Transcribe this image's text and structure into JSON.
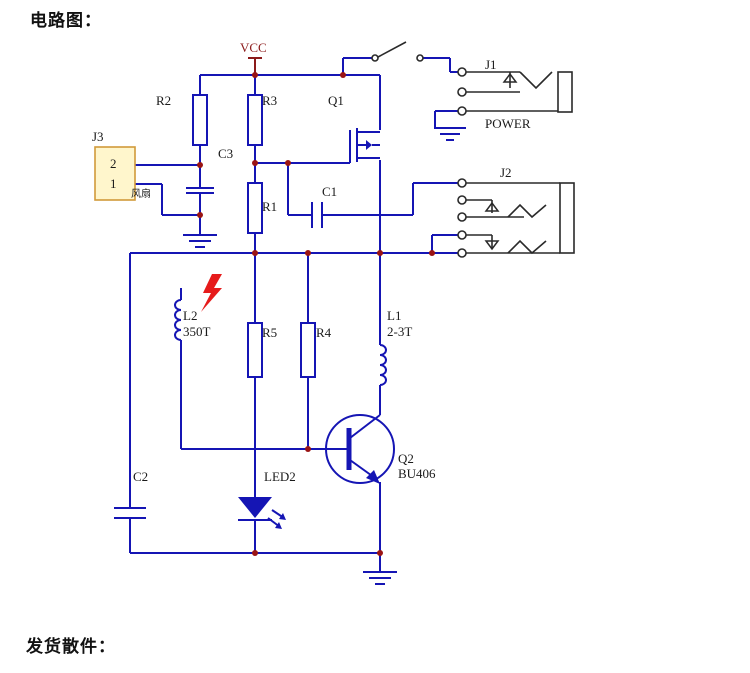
{
  "headings": {
    "circuit": "电路图：",
    "parts": "发货散件："
  },
  "labels": {
    "vcc": "VCC",
    "r2": "R2",
    "r3": "R3",
    "q1": "Q1",
    "j1": "J1",
    "power": "POWER",
    "j3": "J3",
    "j3_pin2": "2",
    "j3_pin1": "1",
    "fan": "风扇",
    "c3": "C3",
    "r1": "R1",
    "c1": "C1",
    "j2": "J2",
    "l2": "L2",
    "l2_value": "350T",
    "r5": "R5",
    "r4": "R4",
    "l1": "L1",
    "l1_value": "2-3T",
    "q2": "Q2",
    "q2_value": "BU406",
    "c2": "C2",
    "led2": "LED2"
  },
  "colors": {
    "wire": "#1515b4",
    "junction": "#9a1414",
    "connector_fill": "#fff6cc",
    "lightning": "#e61b1b"
  }
}
